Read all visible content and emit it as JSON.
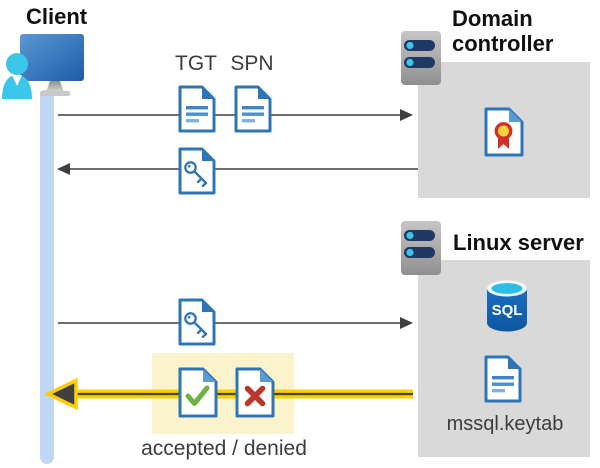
{
  "client": {
    "label": "Client"
  },
  "domain_controller": {
    "label": "Domain controller"
  },
  "linux_server": {
    "label": "Linux server",
    "sql_label": "SQL",
    "keytab_label": "mssql.keytab"
  },
  "messages": {
    "tgt": "TGT",
    "spn": "SPN",
    "result": "accepted / denied"
  },
  "icons": {
    "client-workstation-icon": "person in front of monitor",
    "server-icon": "rack server with indicator pills",
    "document-icon": "document page with text lines",
    "service-ticket-icon": "document page with key",
    "certificate-icon": "document page with ribbon seal",
    "sql-database-icon": "database cylinder labeled SQL",
    "accepted-document-icon": "document page with green check",
    "denied-document-icon": "document page with red x",
    "keytab-file-icon": "document page with text lines"
  },
  "colors": {
    "document_blue": "#2E75B6",
    "timeline_blue": "#BFD7F4",
    "panel_gray": "#D9D9D9",
    "highlight_yellow": "#FAF3CC",
    "arrow_gray": "#595959",
    "arrowhead_gray": "#3F3F3F",
    "arrow_yellow": "#FFCD00",
    "accepted_green": "#6FB244",
    "denied_red": "#BE352B",
    "server_pill_navy": "#1F3864",
    "cyan_accent": "#3BC6EA"
  }
}
